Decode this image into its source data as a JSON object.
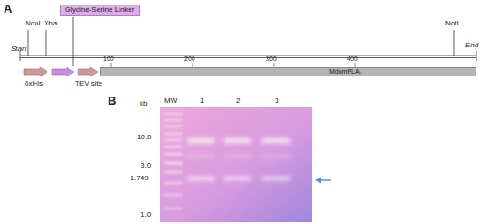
{
  "diagram": {
    "nodes": [
      {
        "text": [
          "Glycine-Serine Linker"
        ]
      },
      {
        "text": [
          "MdumPLA₂"
        ]
      }
    ],
    "labels": [
      "A",
      "Start",
      "NcoI",
      "XbaI",
      "NotI",
      "End",
      "100",
      "200",
      "300",
      "400",
      "6xHis",
      "TEV site",
      "B",
      "kb",
      "MW",
      "1",
      "2",
      "3",
      "10.0",
      "3.0",
      "~1.749",
      "1.0"
    ]
  }
}
